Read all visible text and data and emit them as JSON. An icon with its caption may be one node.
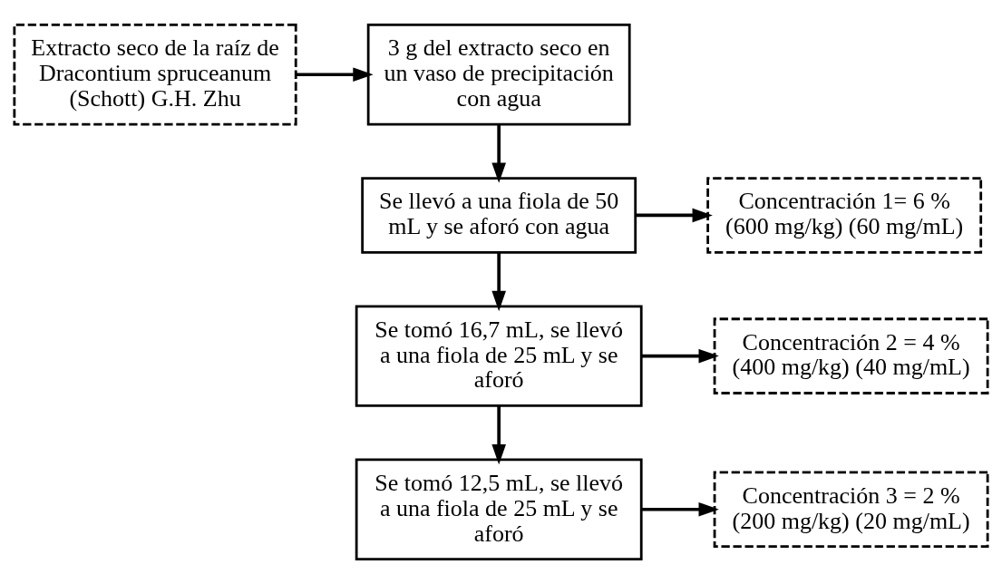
{
  "diagram": {
    "nodes": [
      {
        "text": [
          "Extracto seco de la raíz de Dracontium spruceanum (Schott) G.H. Zhu"
        ]
      },
      {
        "text": [
          "3 g del extracto seco en un vaso de precipitación con agua"
        ]
      },
      {
        "text": [
          "Se llevó a una fiola de 50 mL y se aforó con agua"
        ]
      },
      {
        "text": [
          "Concentración 1= 6 % (600 mg/kg) (60 mg/mL)"
        ]
      },
      {
        "text": [
          "Se tomó 16,7 mL, se llevó a una fiola de 25 mL y se aforó"
        ]
      },
      {
        "text": [
          "Concentración 2 = 4 % (400 mg/kg) (40 mg/mL)"
        ]
      },
      {
        "text": [
          "Se tomó 12,5 mL, se llevó a una fiola de 25 mL y se aforó"
        ]
      },
      {
        "text": [
          "Concentración 3 = 2 % (200 mg/kg) (20 mg/mL)"
        ]
      }
    ],
    "edges": [
      {
        "from": 0,
        "to": 1,
        "arrow": "to"
      },
      {
        "from": 1,
        "to": 2,
        "arrow": "to"
      },
      {
        "from": 2,
        "to": 3,
        "arrow": "to"
      },
      {
        "from": 2,
        "to": 4,
        "arrow": "to"
      },
      {
        "from": 4,
        "to": 5,
        "arrow": "to"
      },
      {
        "from": 4,
        "to": 6,
        "arrow": "to"
      },
      {
        "from": 6,
        "to": 7,
        "arrow": "to"
      }
    ]
  }
}
